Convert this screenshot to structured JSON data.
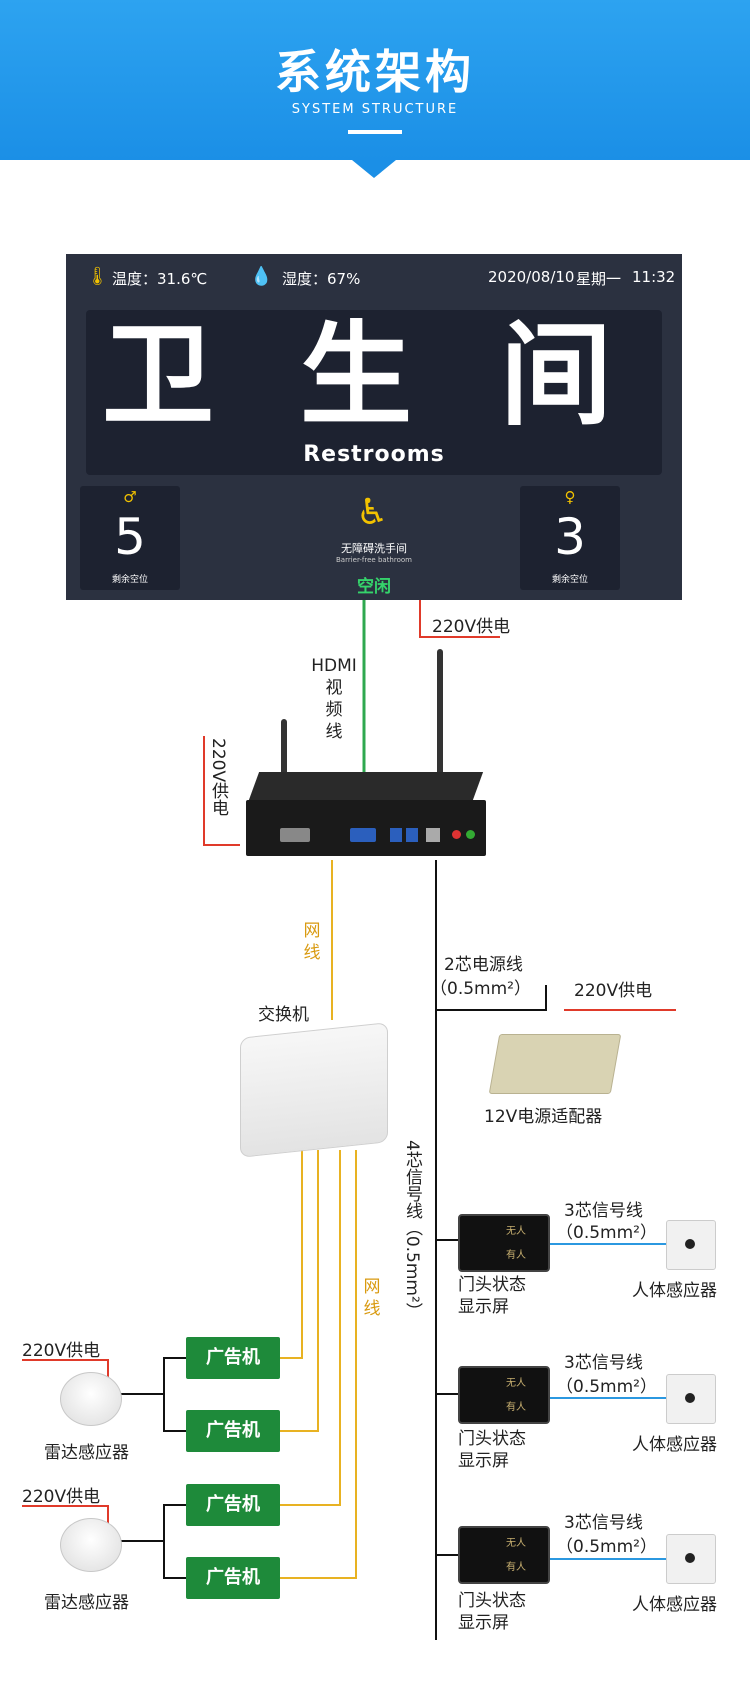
{
  "header": {
    "title": "系统架构",
    "subtitle": "SYSTEM STRUCTURE"
  },
  "screen": {
    "temperature": "温度：31.6℃",
    "humidity": "湿度：67%",
    "date": "2020/08/10",
    "weekday": "星期一",
    "time": "11:32",
    "title_chars": [
      "卫",
      "生",
      "间"
    ],
    "title_en": "Restrooms",
    "male": {
      "symbol": "♂",
      "count": "5",
      "label": "剩余空位"
    },
    "female": {
      "symbol": "♀",
      "count": "3",
      "label": "剩余空位"
    },
    "accessible_name": "无障碍洗手间",
    "accessible_sub": "Barrier-free bathroom",
    "status": "空闲"
  },
  "labels": {
    "power_220": "220V供电",
    "hdmi_l1": "HDMI",
    "hdmi_l2": "视",
    "hdmi_l3": "频",
    "hdmi_l4": "线",
    "power_vert": "220V供电",
    "net_top": "网线",
    "switch": "交换机",
    "cable_2core": "2芯电源线",
    "cable_2core_spec": "（0.5mm²）",
    "power_220_b": "220V供电",
    "adapter": "12V电源适配器",
    "cable_4core": "4芯信号线（0.5mm²）",
    "net_bottom": "网线",
    "ad_player": "广告机",
    "radar": "雷达感应器",
    "power_left": "220V供电",
    "door_display_l1": "门头状态",
    "door_display_l2": "显示屏",
    "cable_3core": "3芯信号线",
    "cable_3core_spec": "（0.5mm²）",
    "body_sensor": "人体感应器",
    "door_t1": "无人",
    "door_t2": "有人"
  },
  "colors": {
    "banner": "#1b8fe6",
    "hdmi_line": "#2fa84f",
    "power_line": "#e03a2a",
    "net_line": "#e8b222",
    "signal_line": "#2b98e0",
    "ad_box": "#1e8a3a"
  }
}
